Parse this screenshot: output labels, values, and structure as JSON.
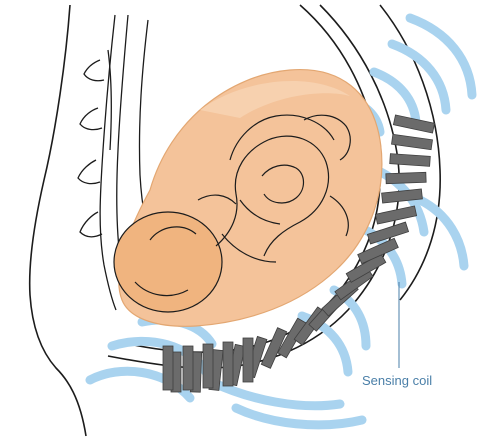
{
  "diagram": {
    "label": "Sensing coil",
    "colors": {
      "outline": "#1c1c1c",
      "uterus_fill": "#f4c39a",
      "uterus_light": "#f8d7b8",
      "fetus_fill": "#f0b47f",
      "coil_bar": "#6b6b6b",
      "coil_bar_edge": "#3f3f3f",
      "wave": "#a9d3ef",
      "label": "#4a7fa8"
    },
    "icons": {
      "body": "maternal-body-outline",
      "spine": "spine-outline",
      "fetus": "fetus-outline",
      "coil": "sensing-coil-array",
      "waves": "magnetic-field-waves"
    }
  }
}
